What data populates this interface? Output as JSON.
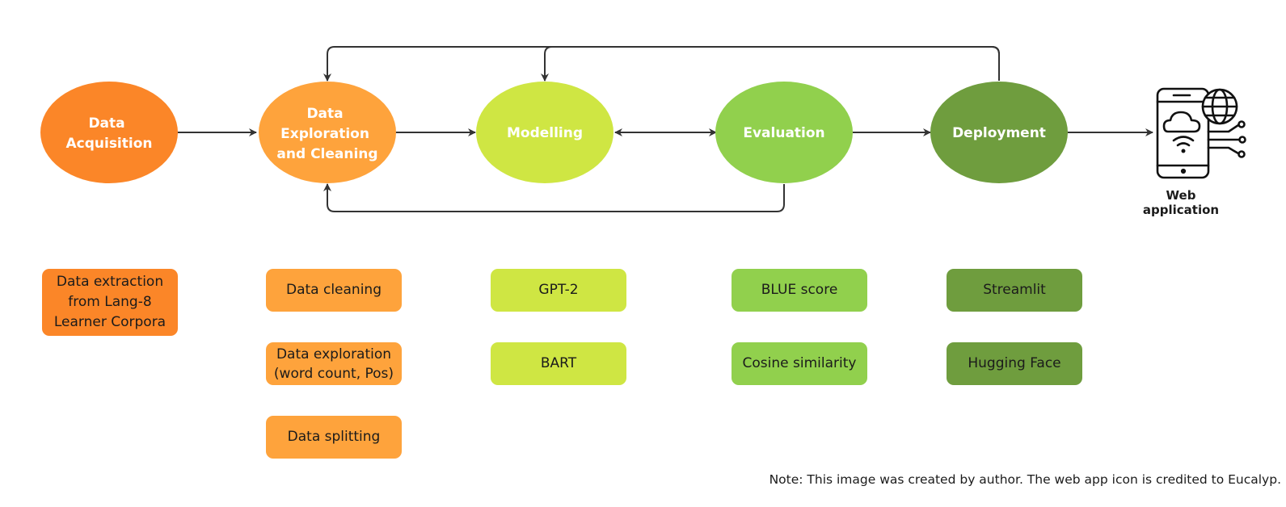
{
  "colors": {
    "stage_data_acquisition": "#fb8628",
    "stage_data_exploration": "#fea33c",
    "stage_modelling": "#cfe643",
    "stage_evaluation": "#91d04d",
    "stage_deployment": "#6f9d3e",
    "arrow": "#333333"
  },
  "stages": [
    {
      "id": "data-acquisition",
      "lines": [
        "Data",
        "Acquisition"
      ]
    },
    {
      "id": "data-exploration-and-cleaning",
      "lines": [
        "Data",
        "Exploration",
        "and Cleaning"
      ]
    },
    {
      "id": "modelling",
      "lines": [
        "Modelling"
      ]
    },
    {
      "id": "evaluation",
      "lines": [
        "Evaluation"
      ]
    },
    {
      "id": "deployment",
      "lines": [
        "Deployment"
      ]
    }
  ],
  "web_application": {
    "label": "Web application",
    "icon": "smartphone-cloud-globe-icon"
  },
  "details": {
    "data_acquisition": [
      "Data extraction\nfrom Lang-8\nLearner Corpora"
    ],
    "data_exploration": [
      "Data cleaning",
      "Data exploration\n(word count, Pos)",
      "Data splitting"
    ],
    "modelling": [
      "GPT-2",
      "BART"
    ],
    "evaluation": [
      "BLUE score",
      "Cosine similarity"
    ],
    "deployment": [
      "Streamlit",
      "Hugging Face"
    ]
  },
  "note": "Note: This image was created by author. The web app icon is credited to Eucalyp."
}
